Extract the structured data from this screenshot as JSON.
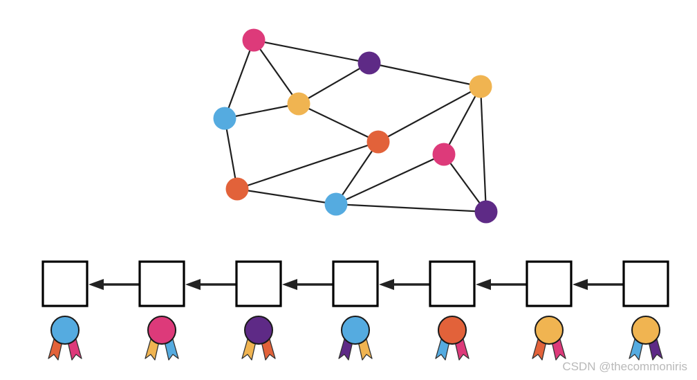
{
  "palette": {
    "pink": "#dd3a7a",
    "purple": "#5e2a86",
    "yellow": "#f0b451",
    "blue": "#55abe0",
    "orange": "#e2623a",
    "line": "#1f1f1f",
    "box_fill": "#ffffff",
    "box_stroke": "#000000"
  },
  "network": {
    "nodes": [
      {
        "id": "n1",
        "color": "pink"
      },
      {
        "id": "n2",
        "color": "purple"
      },
      {
        "id": "n3",
        "color": "yellow"
      },
      {
        "id": "n4",
        "color": "blue"
      },
      {
        "id": "n5",
        "color": "yellow"
      },
      {
        "id": "n6",
        "color": "orange"
      },
      {
        "id": "n7",
        "color": "pink"
      },
      {
        "id": "n8",
        "color": "orange"
      },
      {
        "id": "n9",
        "color": "blue"
      },
      {
        "id": "n10",
        "color": "purple"
      }
    ],
    "edges": [
      [
        "n1",
        "n2"
      ],
      [
        "n1",
        "n4"
      ],
      [
        "n1",
        "n3"
      ],
      [
        "n2",
        "n3"
      ],
      [
        "n2",
        "n5"
      ],
      [
        "n4",
        "n3"
      ],
      [
        "n4",
        "n8"
      ],
      [
        "n3",
        "n6"
      ],
      [
        "n6",
        "n5"
      ],
      [
        "n6",
        "n8"
      ],
      [
        "n6",
        "n9"
      ],
      [
        "n5",
        "n7"
      ],
      [
        "n5",
        "n10"
      ],
      [
        "n7",
        "n9"
      ],
      [
        "n7",
        "n10"
      ],
      [
        "n8",
        "n9"
      ],
      [
        "n9",
        "n10"
      ]
    ]
  },
  "chain": {
    "blocks": [
      {
        "badge": "blue",
        "ribbons": [
          "orange",
          "pink"
        ]
      },
      {
        "badge": "pink",
        "ribbons": [
          "yellow",
          "blue"
        ]
      },
      {
        "badge": "purple",
        "ribbons": [
          "yellow",
          "orange"
        ]
      },
      {
        "badge": "blue",
        "ribbons": [
          "purple",
          "yellow"
        ]
      },
      {
        "badge": "orange",
        "ribbons": [
          "blue",
          "pink"
        ]
      },
      {
        "badge": "yellow",
        "ribbons": [
          "orange",
          "pink"
        ]
      },
      {
        "badge": "yellow",
        "ribbons": [
          "blue",
          "purple"
        ]
      }
    ]
  },
  "watermark": "CSDN @thecommoniris"
}
